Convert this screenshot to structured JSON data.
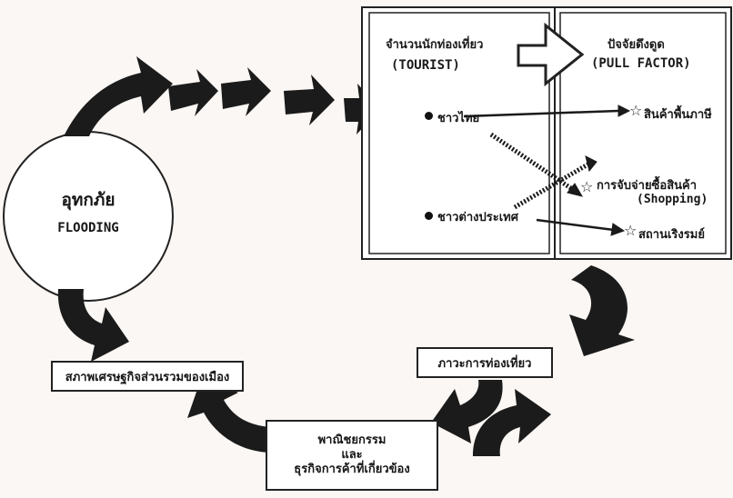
{
  "flood": {
    "title_th": "อุทกภัย",
    "title_en": "FLOODING"
  },
  "tourist": {
    "title_th": "จำนวนนักท่องเที่ยว",
    "title_en": "(TOURIST)",
    "items": [
      "ชาวไทย",
      "ชาวต่างประเทศ"
    ]
  },
  "pull": {
    "title_th": "ปัจจัยดึงดูด",
    "title_en": "(PULL FACTOR)",
    "items": [
      "สินค้าพื้นภาษี",
      "การจับจ่ายซื้อสินค้า",
      "(Shopping)",
      "สถานเริงรมย์"
    ],
    "star": "☆"
  },
  "tourism_state": "ภาวะการท่องเที่ยว",
  "commerce": {
    "line1": "พาณิชยกรรม",
    "line2": "และ",
    "line3": "ธุรกิจการค้าที่เกี่ยวข้อง"
  },
  "economy": "สภาพเศรษฐกิจส่วนรวมของเมือง",
  "colors": {
    "arrow": "#1b1b1b",
    "line": "#1a1a1a",
    "paper": "#fbf7f4"
  }
}
